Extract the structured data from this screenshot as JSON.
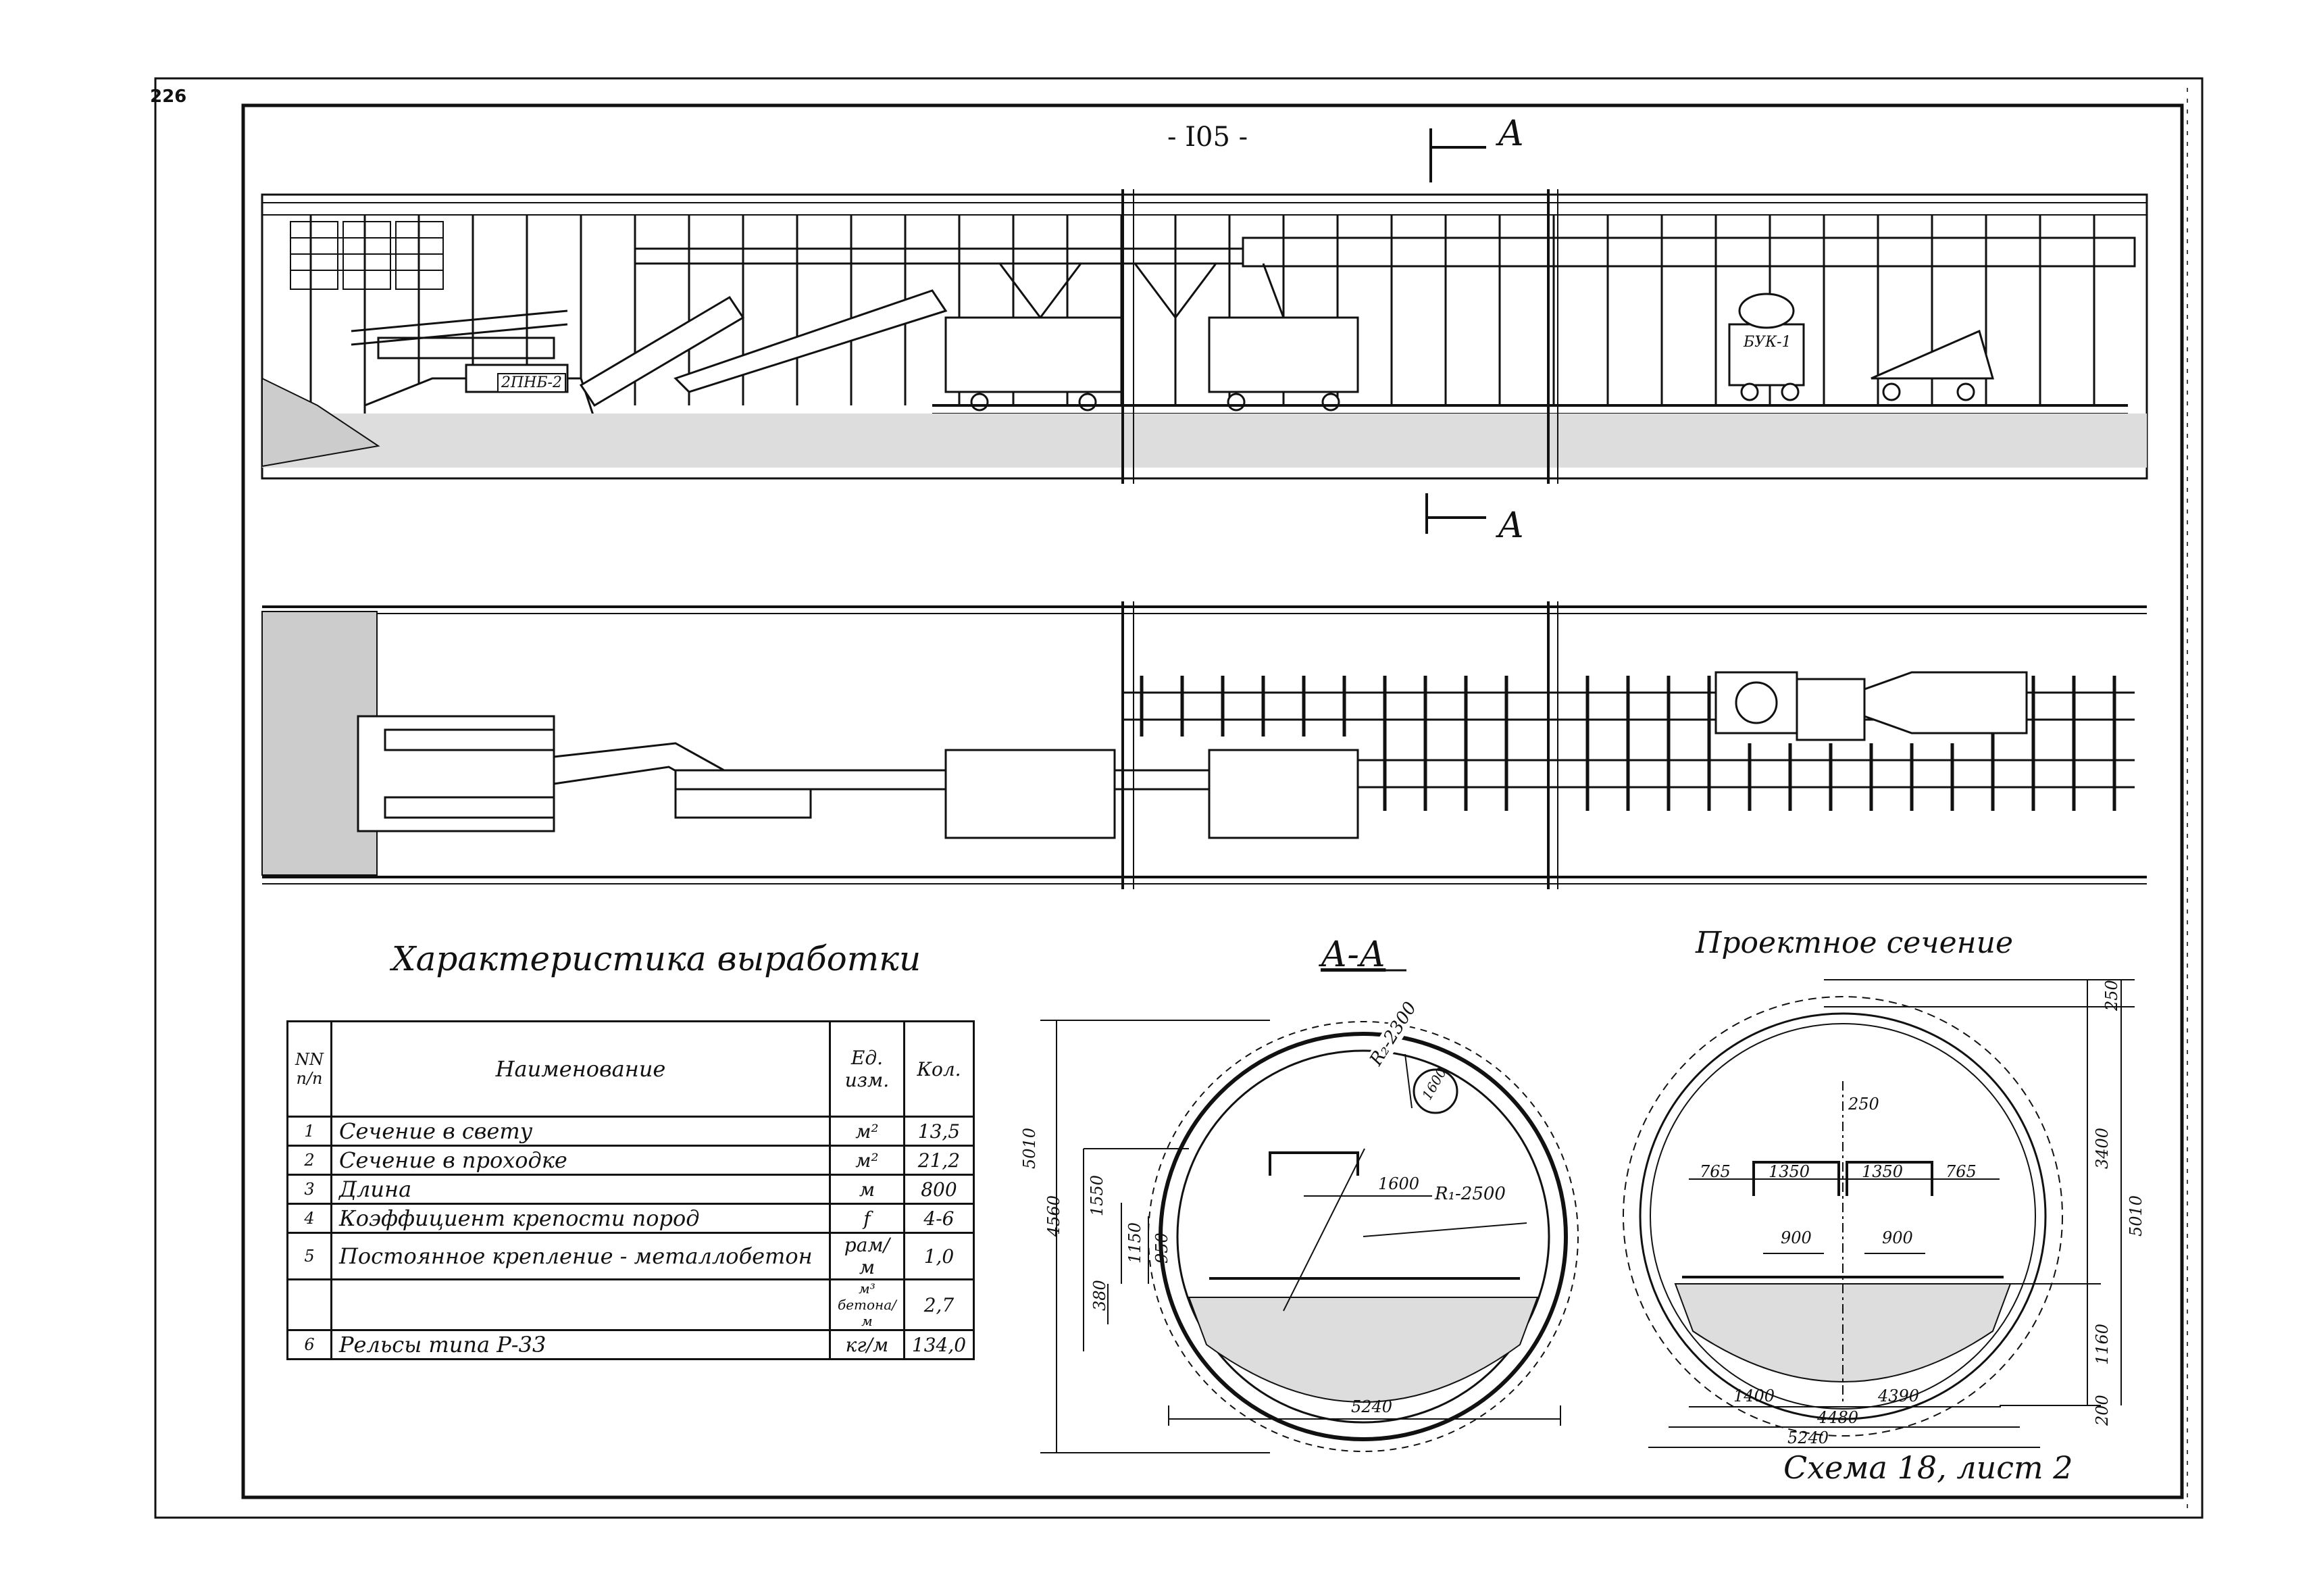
{
  "sheet_number": "226",
  "page_number": "- I05 -",
  "cut_marker": "A",
  "machine_labels": {
    "loader": "2ПНБ-2",
    "concrete_unit": "БУК-1"
  },
  "table": {
    "title": "Характеристика выработки",
    "headers": {
      "no": "NN п/п",
      "name": "Наименование",
      "unit": "Ед. изм.",
      "qty": "Кол."
    },
    "rows": [
      {
        "no": "1",
        "name": "Сечение в свету",
        "unit": "м²",
        "qty": "13,5"
      },
      {
        "no": "2",
        "name": "Сечение в проходке",
        "unit": "м²",
        "qty": "21,2"
      },
      {
        "no": "3",
        "name": "Длина",
        "unit": "м",
        "qty": "800"
      },
      {
        "no": "4",
        "name": "Коэффициент крепости пород",
        "unit": "f",
        "qty": "4-6"
      },
      {
        "no": "5",
        "name": "Постоянное крепление - металлобетон",
        "unit": "рам/м",
        "qty": "1,0"
      },
      {
        "no": "",
        "name": "",
        "unit": "м³ бетона/м",
        "qty": "2,7"
      },
      {
        "no": "6",
        "name": "Рельсы типа Р-33",
        "unit": "кг/м",
        "qty": "134,0"
      }
    ]
  },
  "section_aa": {
    "label": "А-А",
    "dims": {
      "height_total": "5010",
      "height_inner": "4560",
      "h1550": "1550",
      "h1150": "1150",
      "h950": "950",
      "h380": "380",
      "w1600": "1600",
      "width": "5240",
      "r2": "R₂-2300",
      "r1": "R₁-2500",
      "circle_note": "1600"
    }
  },
  "project_section": {
    "label": "Проектное сечение",
    "dims": {
      "top250": "250",
      "h3400": "3400",
      "h5010": "5010",
      "h1160": "1160",
      "h200": "200",
      "gap250": "250",
      "w765a": "765",
      "w1350a": "1350",
      "w1350b": "1350",
      "w765b": "765",
      "w900a": "900",
      "w900b": "900",
      "w1400": "1400",
      "w4390": "4390",
      "w4480": "4480",
      "w5240": "5240"
    }
  },
  "footer": "Схема 18,  лист 2"
}
